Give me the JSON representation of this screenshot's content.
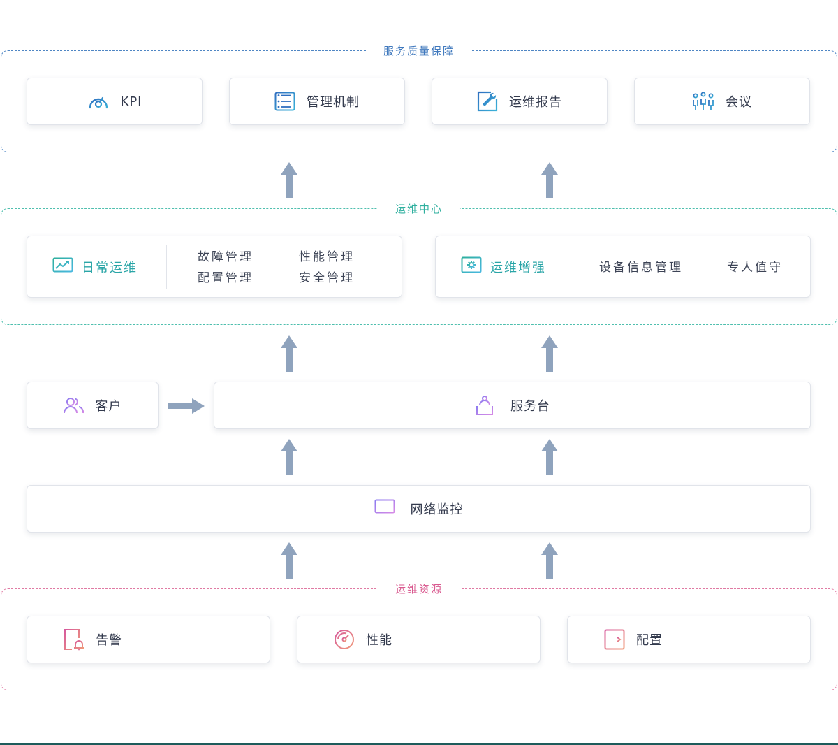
{
  "service_quality": {
    "title": "服务质量保障",
    "items": [
      {
        "label": "KPI",
        "icon": "speedometer-icon"
      },
      {
        "label": "管理机制",
        "icon": "server-list-icon"
      },
      {
        "label": "运维报告",
        "icon": "wrench-document-icon"
      },
      {
        "label": "会议",
        "icon": "meeting-people-icon"
      }
    ]
  },
  "ops_center": {
    "title": "运维中心",
    "daily": {
      "label": "日常运维",
      "icon": "monitor-chart-icon",
      "subs": [
        "故障管理",
        "性能管理",
        "配置管理",
        "安全管理"
      ]
    },
    "enhance": {
      "label": "运维增强",
      "icon": "gear-screen-icon",
      "subs": [
        "设备信息管理",
        "专人值守"
      ]
    }
  },
  "customer": {
    "label": "客户",
    "icon": "users-icon"
  },
  "service_desk": {
    "label": "服务台",
    "icon": "service-desk-icon"
  },
  "network_monitor": {
    "label": "网络监控",
    "icon": "monitor-icon"
  },
  "resources": {
    "title": "运维资源",
    "items": [
      {
        "label": "告警",
        "icon": "alarm-doc-icon"
      },
      {
        "label": "性能",
        "icon": "gauge-icon"
      },
      {
        "label": "配置",
        "icon": "config-list-icon"
      }
    ]
  },
  "colors": {
    "blue": "#4f86c4",
    "teal": "#4fbfae",
    "pink": "#e07aa3",
    "arrow": "#8fa3bd",
    "purple": "#b07ae0"
  }
}
